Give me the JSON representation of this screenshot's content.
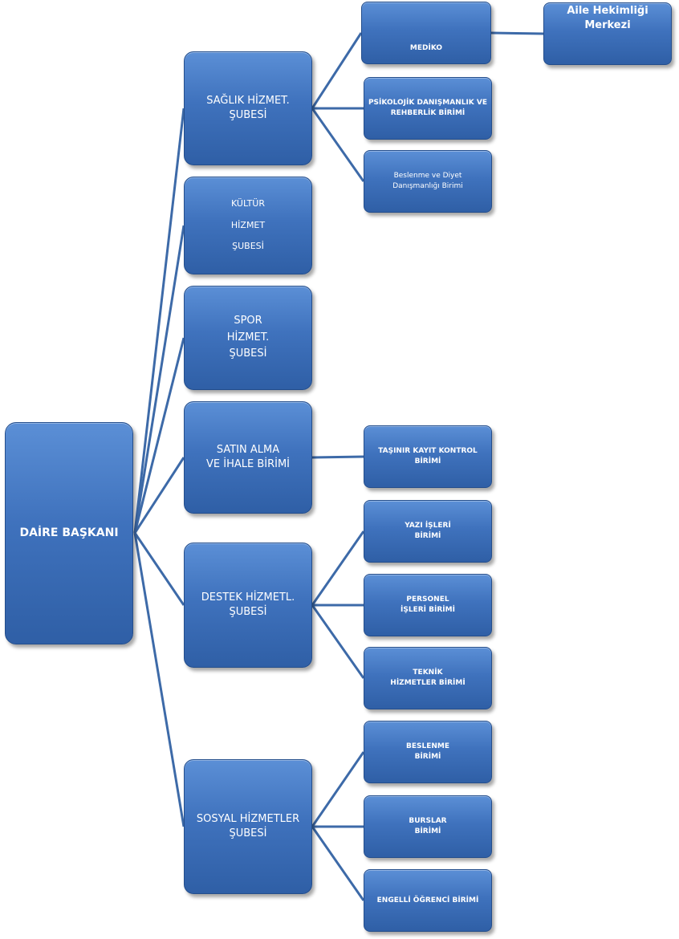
{
  "root": "DAİRE BAŞKANI",
  "branches": {
    "saglik": "SAĞLIK HİZMET.\nŞUBESİ",
    "kultur": "KÜLTÜR\nHİZMET\nŞUBESİ",
    "spor": "SPOR\nHİZMET.\nŞUBESİ",
    "satin_alma": "SATIN ALMA\nVE İHALE BİRİMİ",
    "destek": "DESTEK HİZMETL.\nŞUBESİ",
    "sosyal": "SOSYAL HİZMETLER\nŞUBESİ"
  },
  "units": {
    "mediko": "MEDİKO",
    "psikolojik": "PSİKOLOJİK DANIŞMANLIK VE\nREHBERLİK BİRİMİ",
    "beslenme_diyet": "Beslenme ve Diyet\nDanışmanlığı Birimi",
    "tasinir": "TAŞINIR KAYIT KONTROL\nBİRİMİ",
    "yazi_isleri": "YAZI İŞLERİ\nBİRİMİ",
    "personel": "PERSONEL\nİŞLERİ BİRİMİ",
    "teknik": "TEKNİK\nHİZMETLER BİRİMİ",
    "beslenme": "BESLENME\nBİRİMİ",
    "burslar": "BURSLAR\nBİRİMİ",
    "engelli": "ENGELLİ ÖĞRENCİ BİRİMİ",
    "aile": "Aile Hekimliği\nMerkezi"
  },
  "colors": {
    "box": "#3f72bd",
    "border": "#244e8c",
    "connector": "#3d6aa8"
  }
}
